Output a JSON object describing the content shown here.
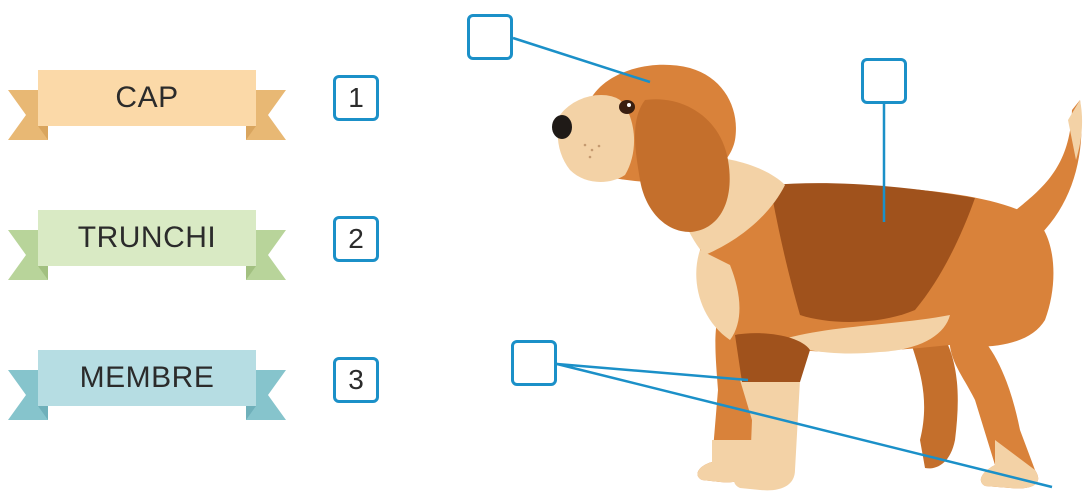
{
  "labels": [
    {
      "text": "CAP",
      "color": "#fbd9a8",
      "dark": "#e8b874",
      "shadow": "#d9a55e"
    },
    {
      "text": "TRUNCHI",
      "color": "#d9eac4",
      "dark": "#b8d49a",
      "shadow": "#a2c080"
    },
    {
      "text": "MEMBRE",
      "color": "#b6dde3",
      "dark": "#86c4cc",
      "shadow": "#6fb0ba"
    }
  ],
  "numbers": [
    "1",
    "2",
    "3"
  ],
  "colors": {
    "line": "#1b90c8",
    "dog_orange": "#d9823a",
    "dog_brown": "#a0521c",
    "dog_cream": "#f3d2a6"
  },
  "answer_boxes": [
    "head-answer",
    "trunk-answer",
    "limbs-answer"
  ]
}
